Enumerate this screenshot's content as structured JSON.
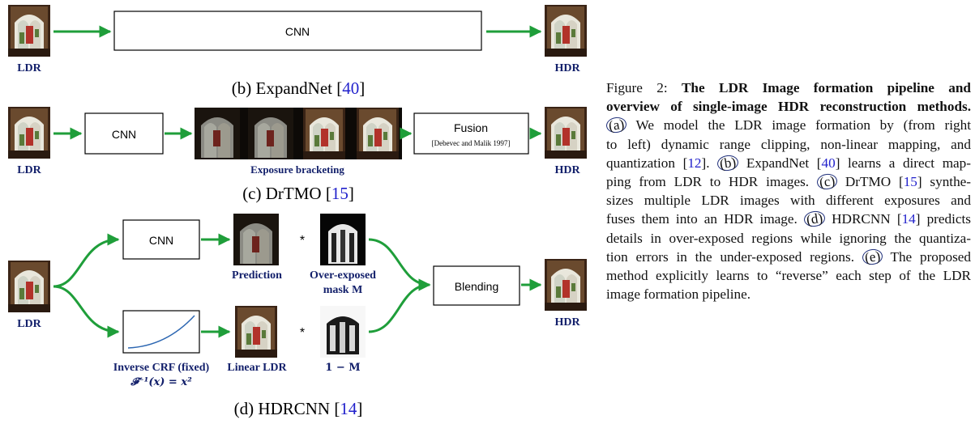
{
  "colors": {
    "arrow": "#1f9e3a",
    "label_blue": "#13206b",
    "cite_blue": "#2222cc",
    "box_stroke": "#000000",
    "circle_pen": "#1f2f7a"
  },
  "icons": [
    "stained-glass-window-photo",
    "arrow-right-icon",
    "curved-arrow-icon",
    "mask-image",
    "crf-curve-plot"
  ],
  "panel_b": {
    "input_label": "LDR",
    "box": "CNN",
    "output_label": "HDR",
    "caption_prefix": "(b) ExpandNet [",
    "caption_cite": "40",
    "caption_suffix": "]"
  },
  "panel_c": {
    "input_label": "LDR",
    "box": "CNN",
    "bracket_label": "Exposure bracketing",
    "fusion_title": "Fusion",
    "fusion_ref": "[Debevec and Malik 1997]",
    "output_label": "HDR",
    "caption_prefix": "(c) DrTMO [",
    "caption_cite": "15",
    "caption_suffix": "]"
  },
  "panel_d": {
    "input_label": "LDR",
    "box_cnn": "CNN",
    "prediction_label": "Prediction",
    "times_1": "*",
    "mask_label_1": "Over-exposed",
    "mask_label_2": "mask M",
    "crf_label": "Inverse CRF (fixed)",
    "crf_formula": "𝓕⁻¹(x) = x²",
    "linear_label": "Linear LDR",
    "times_2": "*",
    "one_minus_m": "1 − M",
    "blend_box": "Blending",
    "output_label": "HDR",
    "caption_prefix": "(d) HDRCNN [",
    "caption_cite": "14",
    "caption_suffix": "]"
  },
  "figure_caption": {
    "figure_label": "Figure 2:",
    "bold_title_1": "The LDR Image formation pipeline and",
    "bold_title_2": "overview of single-image HDR reconstruction methods.",
    "marker_a": "(a)",
    "text_a_1": "We model the LDR image formation by (from right",
    "text_a_2": "to left) dynamic range clipping, non-linear mapping, and",
    "text_a_3": "quantization [",
    "cite_12": "12",
    "text_a_3b": "].",
    "marker_b": "(b)",
    "text_b_1": "ExpandNet [",
    "cite_40": "40",
    "text_b_1b": "] learns a direct map-",
    "text_b_2": "ping from LDR to HDR images.",
    "marker_c": "(c)",
    "text_c_1": "DrTMO [",
    "cite_15": "15",
    "text_c_1b": "] synthe-",
    "text_c_2": "sizes multiple LDR images with different exposures and",
    "text_c_3": "fuses them into an HDR image.",
    "marker_d": "(d)",
    "text_d_1": "HDRCNN [",
    "cite_14": "14",
    "text_d_1b": "] predicts",
    "text_d_2": "details in over-exposed regions while ignoring the quantiza-",
    "text_d_3": "tion errors in the under-exposed regions.",
    "marker_e": "(e)",
    "text_e_1": "The proposed",
    "text_e_2": "method explicitly learns to “reverse” each step of the LDR",
    "text_e_3": "image formation pipeline."
  }
}
